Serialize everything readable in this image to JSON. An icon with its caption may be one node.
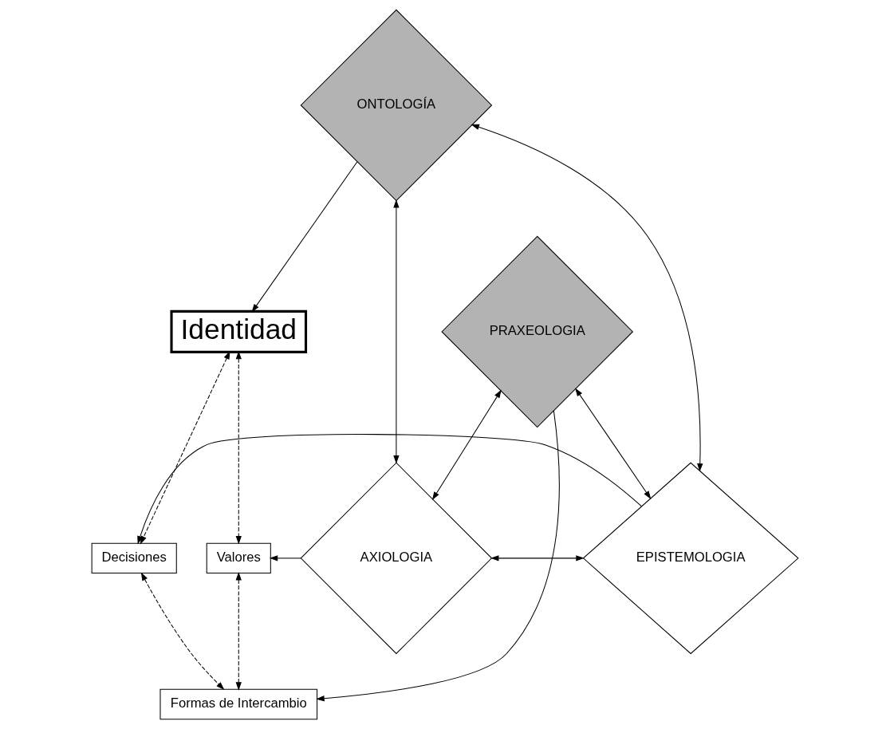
{
  "diagram": {
    "nodes": [
      {
        "text": [
          "Formas de Intercambio"
        ]
      },
      {
        "text": [
          "PRAXEOLOGIA"
        ]
      },
      {
        "text": [
          "Decisiones"
        ]
      },
      {
        "text": [
          "EPISTEMOLOGIA"
        ]
      },
      {
        "text": [
          "AXIOLOGIA"
        ]
      },
      {
        "text": [
          "Valores"
        ]
      },
      {
        "text": [
          "ONTOLOGÍA"
        ]
      },
      {
        "text": [
          "Identidad"
        ]
      }
    ],
    "edges": [
      {
        "from": 1,
        "to": 0,
        "arrow": "to"
      },
      {
        "from": 2,
        "to": 0,
        "arrow": "both",
        "style": "dashed"
      },
      {
        "from": 5,
        "to": 0,
        "arrow": "both",
        "style": "dashed"
      },
      {
        "from": 1,
        "to": 3,
        "arrow": "both"
      },
      {
        "from": 1,
        "to": 4,
        "arrow": "both"
      },
      {
        "from": 3,
        "to": 2,
        "arrow": "to"
      },
      {
        "from": 3,
        "to": 4,
        "arrow": "both"
      },
      {
        "from": 4,
        "to": 5,
        "arrow": "to"
      },
      {
        "from": 6,
        "to": 3,
        "arrow": "both"
      },
      {
        "from": 6,
        "to": 4,
        "arrow": "both"
      },
      {
        "from": 6,
        "to": 7,
        "arrow": "to"
      },
      {
        "from": 7,
        "to": 2,
        "arrow": "both",
        "style": "dashed"
      },
      {
        "from": 7,
        "to": 5,
        "arrow": "both",
        "style": "dashed"
      }
    ]
  }
}
